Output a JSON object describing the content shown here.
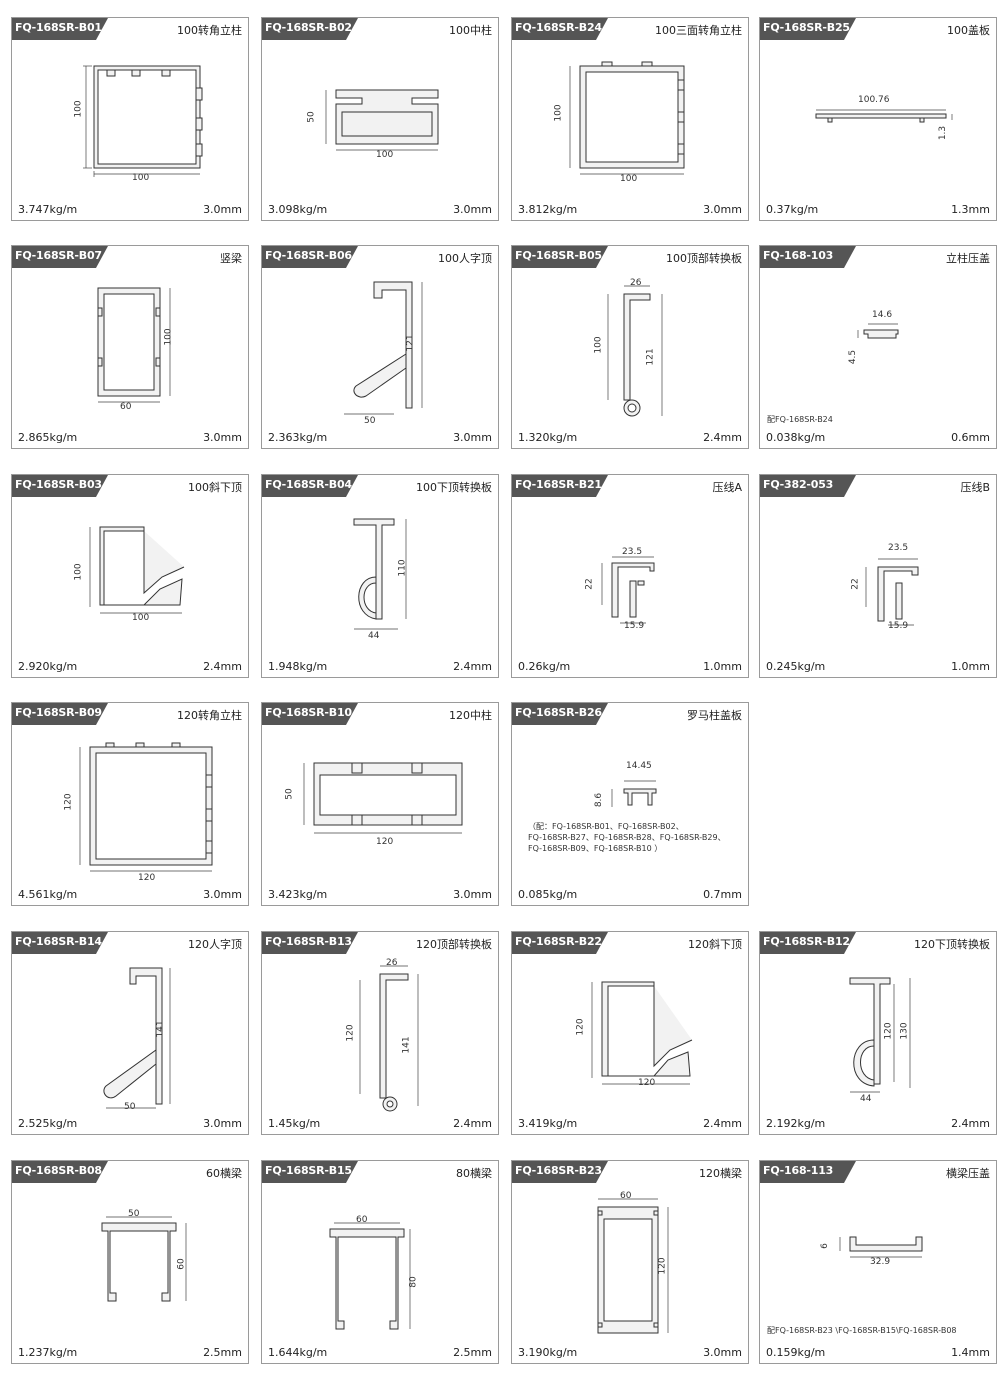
{
  "products": [
    {
      "code": "FQ-168SR-B01",
      "name": "100转角立柱",
      "weight": "3.747kg/m",
      "thickness": "3.0mm",
      "dims": [
        "100",
        "100"
      ]
    },
    {
      "code": "FQ-168SR-B02",
      "name": "100中柱",
      "weight": "3.098kg/m",
      "thickness": "3.0mm",
      "dims": [
        "50",
        "100"
      ]
    },
    {
      "code": "FQ-168SR-B24",
      "name": "100三面转角立柱",
      "weight": "3.812kg/m",
      "thickness": "3.0mm",
      "dims": [
        "100",
        "100"
      ]
    },
    {
      "code": "FQ-168SR-B25",
      "name": "100盖板",
      "weight": "0.37kg/m",
      "thickness": "1.3mm",
      "dims": [
        "100.76",
        "1.3"
      ]
    },
    {
      "code": "FQ-168SR-B07",
      "name": "竖梁",
      "weight": "2.865kg/m",
      "thickness": "3.0mm",
      "dims": [
        "100",
        "60"
      ]
    },
    {
      "code": "FQ-168SR-B06",
      "name": "100人字顶",
      "weight": "2.363kg/m",
      "thickness": "3.0mm",
      "dims": [
        "121",
        "50"
      ]
    },
    {
      "code": "FQ-168SR-B05",
      "name": "100顶部转换板",
      "weight": "1.320kg/m",
      "thickness": "2.4mm",
      "dims": [
        "26",
        "100",
        "121"
      ]
    },
    {
      "code": "FQ-168-103",
      "name": "立柱压盖",
      "weight": "0.038kg/m",
      "thickness": "0.6mm",
      "dims": [
        "14.6",
        "4.5"
      ],
      "note": "配FQ-168SR-B24"
    },
    {
      "code": "FQ-168SR-B03",
      "name": "100斜下顶",
      "weight": "2.920kg/m",
      "thickness": "2.4mm",
      "dims": [
        "100",
        "100"
      ]
    },
    {
      "code": "FQ-168SR-B04",
      "name": "100下顶转换板",
      "weight": "1.948kg/m",
      "thickness": "2.4mm",
      "dims": [
        "110",
        "44"
      ]
    },
    {
      "code": "FQ-168SR-B21",
      "name": "压线A",
      "weight": "0.26kg/m",
      "thickness": "1.0mm",
      "dims": [
        "23.5",
        "22",
        "15.9"
      ]
    },
    {
      "code": "FQ-382-053",
      "name": "压线B",
      "weight": "0.245kg/m",
      "thickness": "1.0mm",
      "dims": [
        "23.5",
        "22",
        "15.9"
      ]
    },
    {
      "code": "FQ-168SR-B09",
      "name": "120转角立柱",
      "weight": "4.561kg/m",
      "thickness": "3.0mm",
      "dims": [
        "120",
        "120"
      ]
    },
    {
      "code": "FQ-168SR-B10",
      "name": "120中柱",
      "weight": "3.423kg/m",
      "thickness": "3.0mm",
      "dims": [
        "50",
        "120"
      ]
    },
    {
      "code": "FQ-168SR-B26",
      "name": "罗马柱盖板",
      "weight": "0.085kg/m",
      "thickness": "0.7mm",
      "dims": [
        "14.45",
        "8.6"
      ],
      "note_lines": [
        "（配：FQ-168SR-B01、FQ-168SR-B02、",
        "FQ-168SR-B27、FQ-168SR-B28、FQ-168SR-B29、",
        "FQ-168SR-B09、FQ-168SR-B10 ）"
      ]
    },
    {
      "code": "FQ-168SR-B14",
      "name": "120人字顶",
      "weight": "2.525kg/m",
      "thickness": "3.0mm",
      "dims": [
        "141",
        "50"
      ]
    },
    {
      "code": "FQ-168SR-B13",
      "name": "120顶部转换板",
      "weight": "1.45kg/m",
      "thickness": "2.4mm",
      "dims": [
        "26",
        "120",
        "141"
      ]
    },
    {
      "code": "FQ-168SR-B22",
      "name": "120斜下顶",
      "weight": "3.419kg/m",
      "thickness": "2.4mm",
      "dims": [
        "120",
        "120"
      ]
    },
    {
      "code": "FQ-168SR-B12",
      "name": "120下顶转换板",
      "weight": "2.192kg/m",
      "thickness": "2.4mm",
      "dims": [
        "120",
        "130",
        "44"
      ]
    },
    {
      "code": "FQ-168SR-B08",
      "name": "60横梁",
      "weight": "1.237kg/m",
      "thickness": "2.5mm",
      "dims": [
        "50",
        "60"
      ]
    },
    {
      "code": "FQ-168SR-B15",
      "name": "80横梁",
      "weight": "1.644kg/m",
      "thickness": "2.5mm",
      "dims": [
        "60",
        "80"
      ]
    },
    {
      "code": "FQ-168SR-B23",
      "name": "120横梁",
      "weight": "3.190kg/m",
      "thickness": "3.0mm",
      "dims": [
        "60",
        "120"
      ]
    },
    {
      "code": "FQ-168-113",
      "name": "横梁压盖",
      "weight": "0.159kg/m",
      "thickness": "1.4mm",
      "dims": [
        "6",
        "32.9"
      ],
      "note": "配FQ-168SR-B23 \\FQ-168SR-B15\\FQ-168SR-B08"
    }
  ]
}
